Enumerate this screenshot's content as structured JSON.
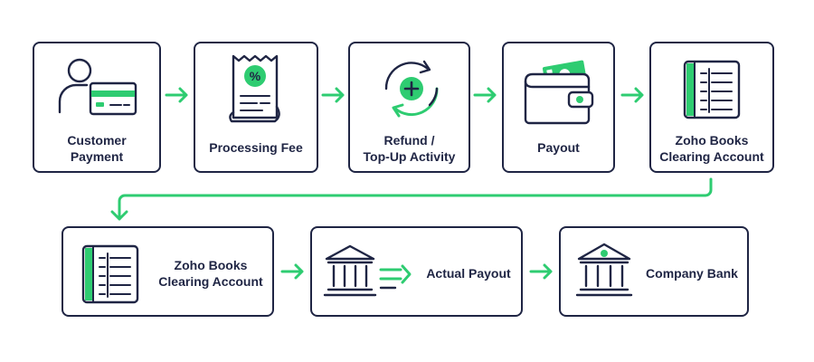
{
  "colors": {
    "ink": "#1f2544",
    "accent": "#2ecc71",
    "background": "#ffffff"
  },
  "steps": [
    {
      "label": "Customer\nPayment",
      "icon": "customer-card-icon"
    },
    {
      "label": "Processing Fee",
      "icon": "receipt-percent-icon"
    },
    {
      "label": "Refund /\nTop-Up Activity",
      "icon": "refresh-plus-icon"
    },
    {
      "label": "Payout",
      "icon": "wallet-cash-icon"
    },
    {
      "label": "Zoho Books\nClearing Account",
      "icon": "ledger-book-icon"
    },
    {
      "label": "Zoho Books\nClearing Account",
      "icon": "ledger-book-icon"
    },
    {
      "label": "Actual Payout",
      "icon": "bank-transfer-icon"
    },
    {
      "label": "Company Bank",
      "icon": "bank-icon"
    }
  ]
}
